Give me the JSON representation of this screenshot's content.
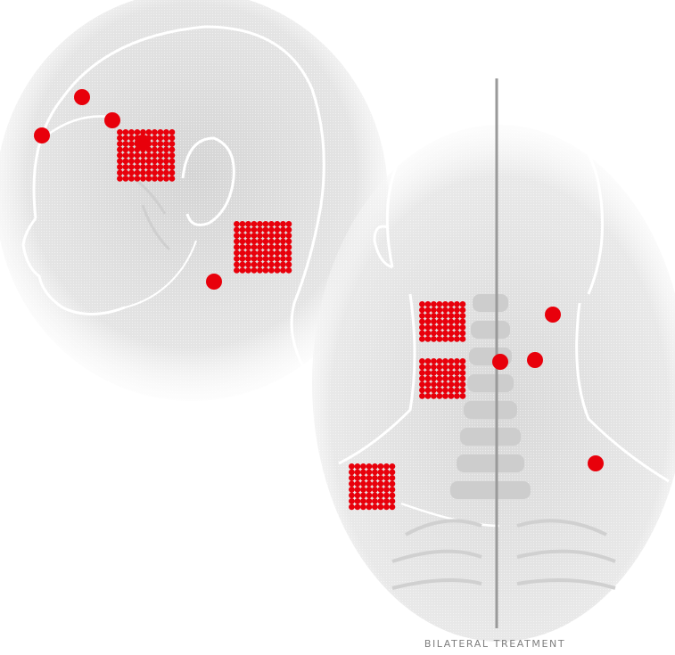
{
  "caption": "BILATERAL TREATMENT",
  "colors": {
    "marker": "#e8000b",
    "figure_fill": "#e9e9e9",
    "figure_line": "#ffffff",
    "midline": "#9a9a9a",
    "caption": "#7f7f7f"
  },
  "figures": [
    {
      "name": "head-side-view",
      "view": "lateral"
    },
    {
      "name": "neck-back-view",
      "view": "posterior"
    }
  ],
  "marker_types": [
    "point",
    "grid"
  ],
  "midline": {
    "present": true,
    "meaning": "bilateral-symmetry-axis"
  }
}
